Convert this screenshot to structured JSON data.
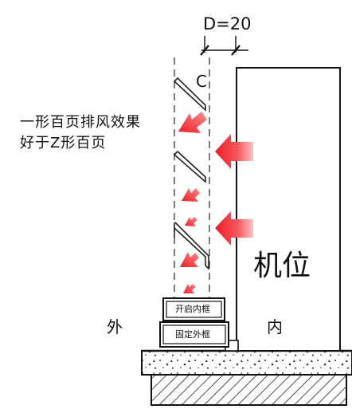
{
  "dimension_label": "D=20",
  "gap_label": "C",
  "note_lines": [
    "一形百页排风效果",
    "好于Z形百页"
  ],
  "unit_label": "机位",
  "outside_label": "外",
  "inside_label": "内",
  "inner_frame_label": "开启内框",
  "outer_frame_label": "固定外框",
  "colors": {
    "arrow_red": "#f2242a",
    "arrow_pink": "#f9b0b0",
    "line": "#222222"
  }
}
